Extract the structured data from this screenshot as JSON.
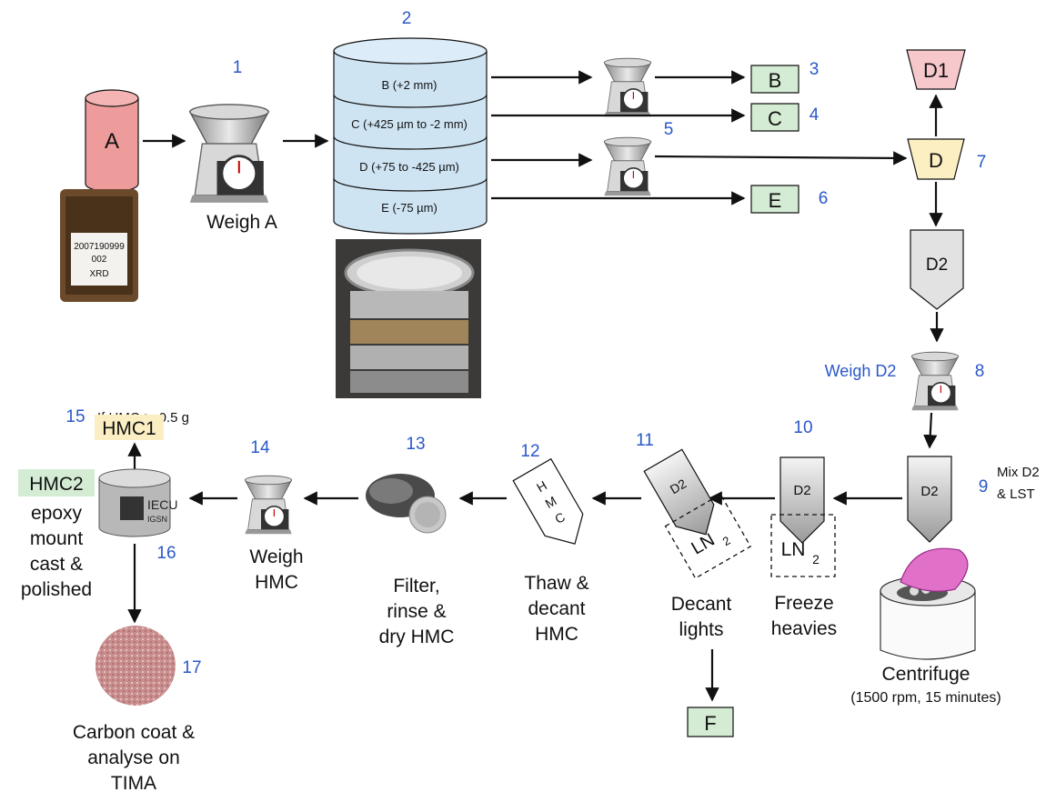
{
  "steps": {
    "s1": "1",
    "s2": "2",
    "s3": "3",
    "s4": "4",
    "s5": "5",
    "s6": "6",
    "s7": "7",
    "s8": "8",
    "s9": "9",
    "s10": "10",
    "s11": "11",
    "s12": "12",
    "s13": "13",
    "s14": "14",
    "s15": "15",
    "s16": "16",
    "s17": "17"
  },
  "labels": {
    "a": "A",
    "weigh_a": "Weigh A",
    "sieve_b": "B (+2 mm)",
    "sieve_c": "C (+425 µm to -2 mm)",
    "sieve_d": "D (+75 to -425 µm)",
    "sieve_e": "E (-75 µm)",
    "b": "B",
    "c": "C",
    "d": "D",
    "e": "E",
    "d1": "D1",
    "d2": "D2",
    "weigh_d2": "Weigh D2",
    "mix_line1": "Mix D2",
    "mix_line2": "& LST",
    "centrifuge": "Centrifuge",
    "centrifuge_params": "(1500 rpm, 15 minutes)",
    "ln2": "LN",
    "ln2_sub": "2",
    "freeze_1": "Freeze",
    "freeze_2": "heavies",
    "decant_1": "Decant",
    "decant_2": "lights",
    "f": "F",
    "hmc_h": "H",
    "hmc_m": "M",
    "hmc_c": "C",
    "thaw_1": "Thaw &",
    "thaw_2": "decant",
    "thaw_3": "HMC",
    "filter_1": "Filter,",
    "filter_2": "rinse &",
    "filter_3": "dry HMC",
    "weigh_hmc_1": "Weigh",
    "weigh_hmc_2": "HMC",
    "hmc_condition": "If HMC ≳ 0.5 g",
    "hmc1": "HMC1",
    "hmc2": "HMC2",
    "mount_1": "epoxy",
    "mount_2": "mount",
    "mount_3": "cast &",
    "mount_4": "polished",
    "tima_1": "Carbon coat &",
    "tima_2": "analyse on",
    "tima_3": "TIMA",
    "jar_text_1": "2007190999",
    "jar_text_2": "002",
    "jar_text_3": "XRD",
    "mount_text": "IECU",
    "mount_text_2": "IGSN"
  },
  "colors": {
    "sample_red": "#ee9b9b",
    "sieve_blue": "#cfe4f3",
    "fraction_green": "#d4ecd4",
    "d_yellow": "#fcefc2",
    "d1_pink": "#f6c8cb",
    "tube_grey": "#e2e2e2",
    "hmc1_bg": "#fbeec3",
    "hmc2_bg": "#d4ecd4",
    "step_blue": "#2a58c8"
  }
}
